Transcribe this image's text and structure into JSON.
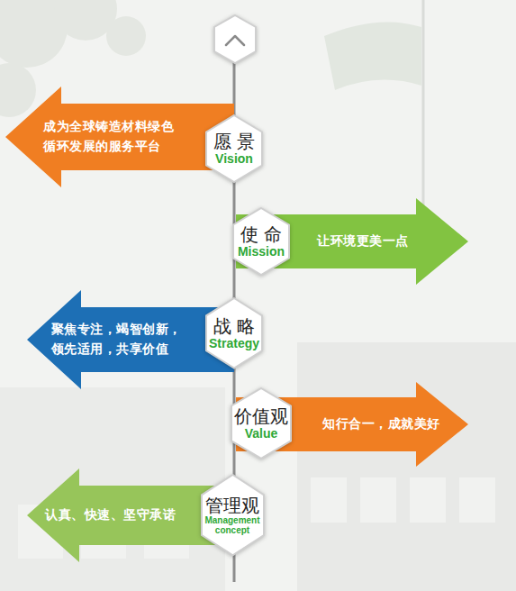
{
  "diagram": {
    "nodes": [
      {
        "text": [
          "成为全球铸造材料绿色 循环发展的服务平台"
        ]
      },
      {
        "text": [
          "愿 景",
          "Vision"
        ]
      },
      {
        "text": [
          "使 命",
          "Mission"
        ]
      },
      {
        "text": [
          "让环境更美一点"
        ]
      },
      {
        "text": [
          "聚焦专注，竭智创新， 领先适用，共享价值"
        ]
      },
      {
        "text": [
          "战 略",
          "Strategy"
        ]
      },
      {
        "text": [
          "价值观",
          "Value"
        ]
      },
      {
        "text": [
          "知行合一，成就美好"
        ]
      },
      {
        "text": [
          "认真、快速、坚守承诺"
        ]
      },
      {
        "text": [
          "管理观",
          "Management concept"
        ]
      }
    ],
    "edges": [
      {
        "from": 1,
        "to": 2,
        "arrow": "none"
      },
      {
        "from": 2,
        "to": 5,
        "arrow": "none"
      },
      {
        "from": 5,
        "to": 6,
        "arrow": "none"
      },
      {
        "from": 6,
        "to": 9,
        "arrow": "none"
      }
    ]
  }
}
